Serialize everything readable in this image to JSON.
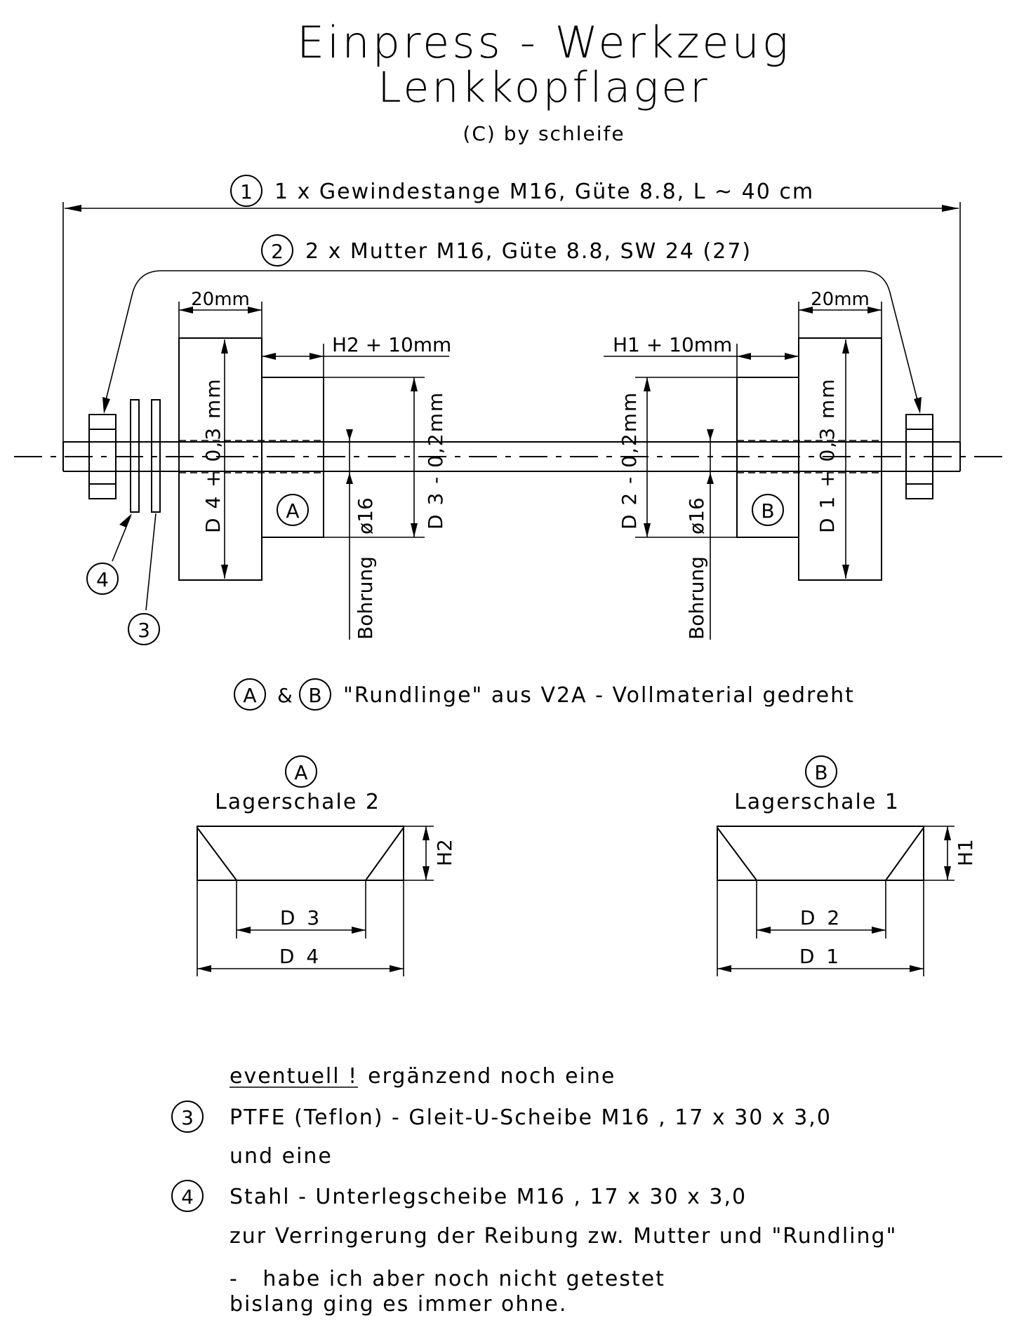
{
  "title": {
    "line1": "Einpress - Werkzeug",
    "line2": "Lenkkopflager",
    "copyright": "(C) by schleife"
  },
  "parts": {
    "part1": {
      "num": "1",
      "text": "1 x Gewindestange M16, Güte 8.8, L ~ 40 cm"
    },
    "part2": {
      "num": "2",
      "text": "2 x Mutter M16, Güte 8.8, SW 24 (27)"
    },
    "part3": {
      "num": "3"
    },
    "part4": {
      "num": "4"
    }
  },
  "assembly": {
    "left_width": "20mm",
    "right_width": "20mm",
    "h2_offset": "H2 + 10mm",
    "h1_offset": "H1 + 10mm",
    "d4_label": "D 4 + 0,3 mm",
    "d3_label": "D 3 - 0,2mm",
    "d2_label": "D 2 - 0,2mm",
    "d1_label": "D 1 + 0,3 mm",
    "bore_left": "ø16",
    "bore_right": "ø16",
    "bore_word_left": "Bohrung",
    "bore_word_right": "Bohrung",
    "label_a": "A",
    "label_b": "B"
  },
  "material_note": {
    "a": "A",
    "amp": "&",
    "b": "B",
    "text": "\"Rundlinge\" aus V2A - Vollmaterial gedreht"
  },
  "shells": {
    "left": {
      "tag": "A",
      "title": "Lagerschale 2",
      "height": "H2",
      "inner": "D 3",
      "outer": "D 4"
    },
    "right": {
      "tag": "B",
      "title": "Lagerschale 1",
      "height": "H1",
      "inner": "D 2",
      "outer": "D 1"
    }
  },
  "notes": {
    "eventuell": "eventuell !",
    "intro_rest": "ergänzend noch eine",
    "item3_num": "3",
    "item3": "PTFE (Teflon) - Gleit-U-Scheibe M16 , 17 x 30 x 3,0",
    "and_one": "und eine",
    "item4_num": "4",
    "item4": "Stahl - Unterlegscheibe M16 , 17 x 30 x 3,0",
    "purpose": "zur Verringerung der Reibung zw. Mutter und \"Rundling\"",
    "dash_line": "-   habe ich aber noch nicht getestet",
    "last_line": "bislang ging es immer ohne."
  }
}
